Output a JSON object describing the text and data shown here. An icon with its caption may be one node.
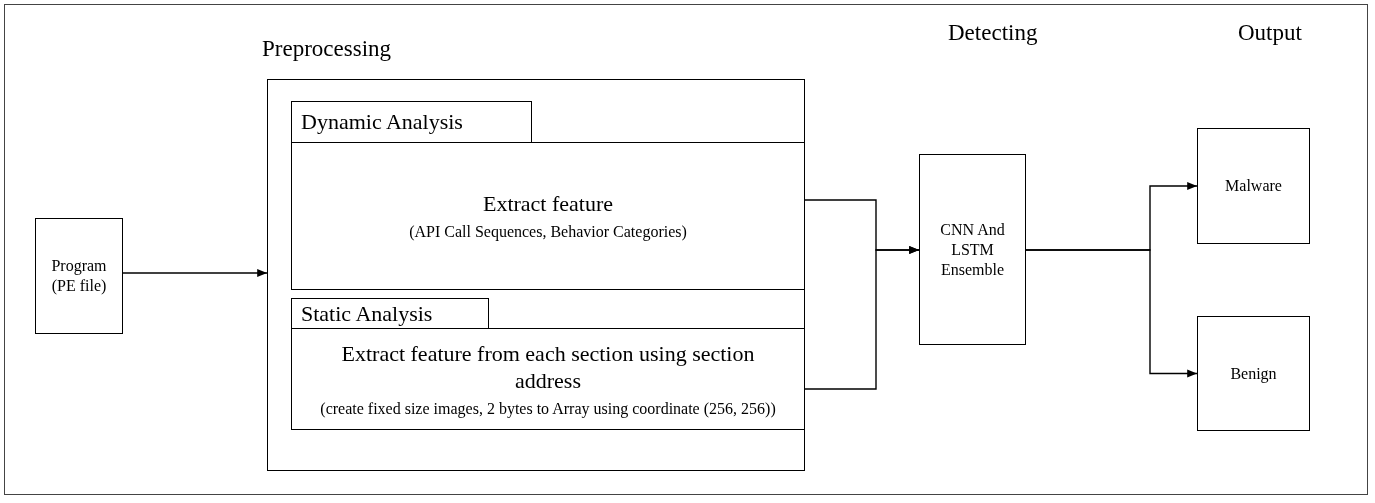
{
  "diagram": {
    "nodes": [
      {
        "text": [
          "Program (PE file)"
        ]
      },
      {
        "text": [
          "Preprocessing"
        ]
      },
      {
        "text": [
          "Dynamic Analysis"
        ],
        "in": 1
      },
      {
        "text": [
          "Extract feature",
          "(API Call Sequences, Behavior Categories)"
        ],
        "in": 1
      },
      {
        "text": [
          "Static Analysis"
        ],
        "in": 1
      },
      {
        "text": [
          "Extract feature from each section using section address",
          "(create fixed size images, 2 bytes to Array using coordinate (256, 256))"
        ],
        "in": 1
      },
      {
        "text": [
          "CNN And LSTM Ensemble"
        ]
      },
      {
        "text": [
          "Malware"
        ]
      },
      {
        "text": [
          "Benign"
        ]
      }
    ],
    "edges": [
      {
        "from": 0,
        "to": 1,
        "arrow": "to"
      },
      {
        "from": 3,
        "to": 6,
        "arrow": "to"
      },
      {
        "from": 5,
        "to": 6,
        "arrow": "to"
      },
      {
        "from": 6,
        "to": 7,
        "arrow": "to"
      },
      {
        "from": 6,
        "to": 8,
        "arrow": "to"
      }
    ],
    "labels": [
      "Detecting",
      "Output"
    ]
  }
}
